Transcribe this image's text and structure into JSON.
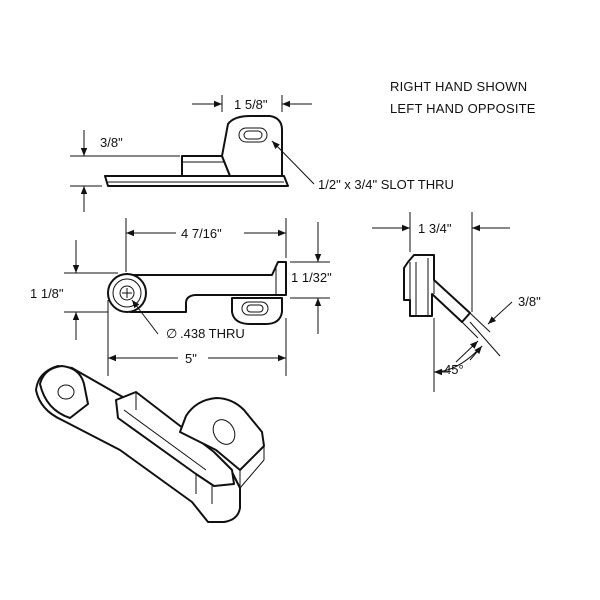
{
  "notes": {
    "line1": "RIGHT HAND SHOWN",
    "line2": "LEFT HAND OPPOSITE"
  },
  "dimensions": {
    "top_width": "1 5/8\"",
    "top_height": "3/8\"",
    "slot": "1/2\" x 3/4\" SLOT THRU",
    "length_upper": "4 7/16\"",
    "height_left": "1 1/8\"",
    "height_right": "1 1/32\"",
    "hole": ".438 THRU",
    "length_overall": "5\"",
    "side_width": "1 3/4\"",
    "side_thickness": "3/8\"",
    "angle": "45°"
  },
  "symbols": {
    "diameter": "∅"
  }
}
